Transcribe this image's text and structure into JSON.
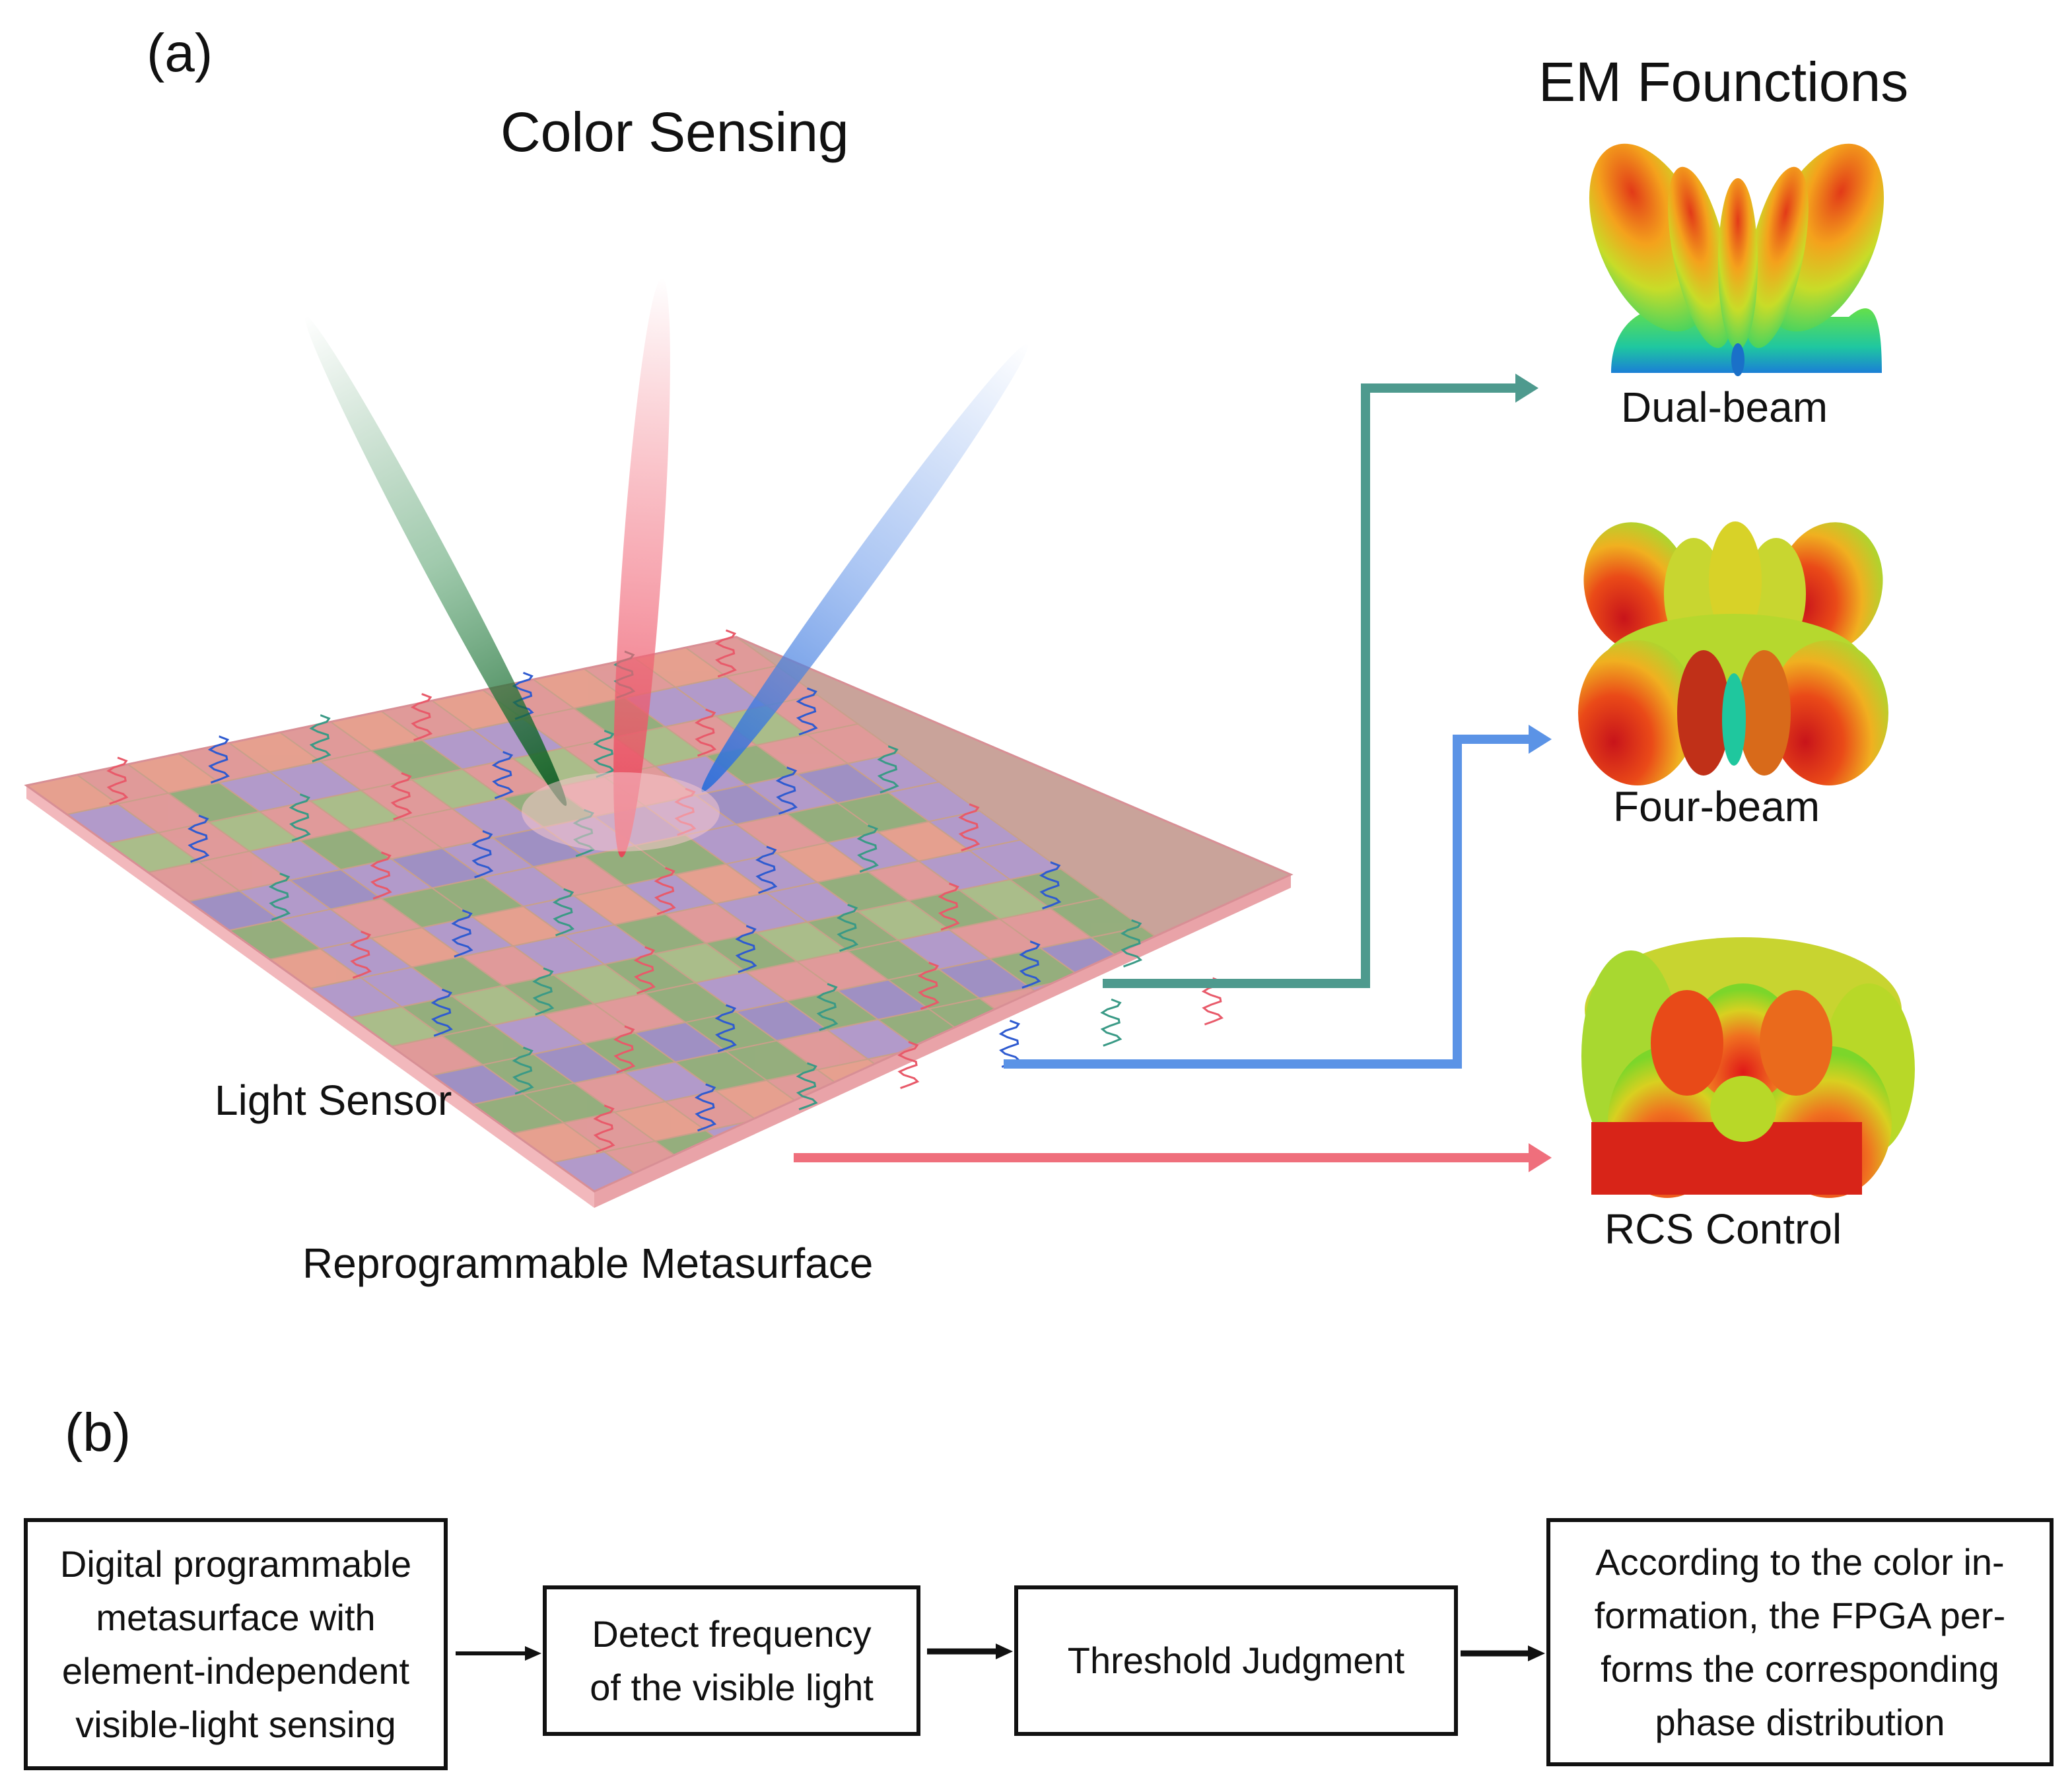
{
  "panel_a": {
    "letter": "(a)",
    "title_left": "Color Sensing",
    "title_right": "EM Founctions",
    "label_sensor": "Light Sensor",
    "label_metasurface": "Reprogrammable Metasurface",
    "functions": [
      {
        "label": "Dual-beam",
        "arrow_color": "#4e9a8e"
      },
      {
        "label": "Four-beam",
        "arrow_color": "#5b93e6"
      },
      {
        "label": "RCS Control",
        "arrow_color": "#ef6f7c"
      }
    ],
    "beam_colors": {
      "green": "#1f7a3a",
      "red": "#f05a6a",
      "blue": "#4d86e6"
    }
  },
  "panel_b": {
    "letter": "(b)",
    "steps": [
      "Digital programmable\nmetasurface with\nelement-independent\nvisible-light sensing",
      "Detect frequency\nof the visible light",
      "Threshold Judgment",
      "According to the  color in-\nformation, the FPGA per-\nforms the corresponding\nphase distribution"
    ]
  }
}
